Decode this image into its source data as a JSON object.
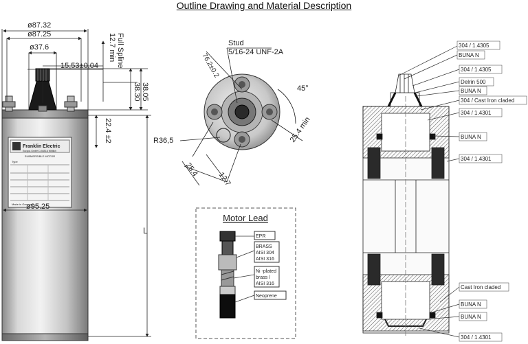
{
  "title": "Outline Drawing and Material Description",
  "side_view": {
    "dims": {
      "d1": "ø87.32",
      "d2": "ø87.25",
      "d3": "ø37.6",
      "offset": "15,53±0,04",
      "spline_len": "12.7 min",
      "spline_label": "Full Spline",
      "h1": "38.30",
      "h2": "38.05",
      "h3": "22.4 ±2",
      "body_dia": "ø95.25",
      "length": "L"
    },
    "nameplate": {
      "brand": "Franklin Electric",
      "lines": [
        "Europa GmbH D-54516 Wittlich",
        "SUBMERSIBLE MOTOR",
        "Type",
        "Made in Germany"
      ]
    }
  },
  "top_view": {
    "stud": "Stud",
    "stud_spec": "5/16-24 UNF-2A",
    "d_bolt": "76.2±0.2",
    "angle": "45°",
    "radius": "R36,5",
    "dim_a": "25.4 min",
    "dim_b": "25.4",
    "dim_c": "12.7"
  },
  "motor_lead": {
    "title": "Motor Lead",
    "labels": [
      "EPR",
      "BRASS",
      "AISI 304",
      "AISI 316",
      "Ni -plated",
      "brass /",
      "AISI 316",
      "Neoprene"
    ]
  },
  "materials": {
    "labels": [
      "304 / 1.4305",
      "BUNA N",
      "304 / 1.4305",
      "Delrin 500",
      "BUNA N",
      "304 / Cast Iron claded",
      "304 / 1.4301",
      "BUNA N",
      "304 / 1.4301",
      "Cast Iron claded",
      "BUNA N",
      "BUNA N",
      "304 / 1.4301"
    ]
  }
}
